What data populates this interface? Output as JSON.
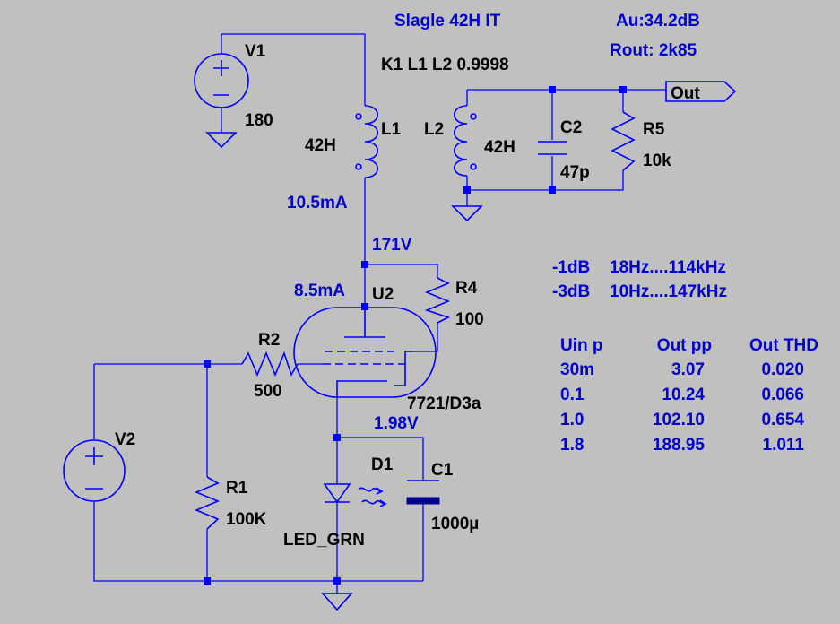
{
  "title": "Slagle 42H IT",
  "gain": "Au:34.2dB",
  "rout": "Rout: 2k85",
  "coupling": "K1 L1 L2 0.9998",
  "output_port": "Out",
  "components": {
    "v1": {
      "name": "V1",
      "value": "180"
    },
    "v2": {
      "name": "V2"
    },
    "l1": {
      "name": "L1",
      "value": "42H"
    },
    "l2": {
      "name": "L2",
      "value": "42H"
    },
    "c1": {
      "name": "C1",
      "value": "1000µ"
    },
    "c2": {
      "name": "C2",
      "value": "47p"
    },
    "r1": {
      "name": "R1",
      "value": "100K"
    },
    "r2": {
      "name": "R2",
      "value": "500"
    },
    "r4": {
      "name": "R4",
      "value": "100"
    },
    "r5": {
      "name": "R5",
      "value": "10k"
    },
    "d1": {
      "name": "D1",
      "value": "LED_GRN"
    },
    "u2": {
      "name": "U2",
      "value": "7721/D3a"
    }
  },
  "measurements": {
    "plate_current": "10.5mA",
    "plate_voltage": "171V",
    "cathode_current": "8.5mA",
    "cathode_voltage": "1.98V"
  },
  "bandwidth": [
    {
      "level": "-1dB",
      "range": "18Hz....114kHz"
    },
    {
      "level": "-3dB",
      "range": "10Hz....147kHz"
    }
  ],
  "table": {
    "headers": [
      "Uin p",
      "Out pp",
      "Out THD"
    ],
    "rows": [
      [
        "30m",
        "3.07",
        "0.020"
      ],
      [
        "0.1",
        "10.24",
        "0.066"
      ],
      [
        "1.0",
        "102.10",
        "0.654"
      ],
      [
        "1.8",
        "188.95",
        "1.011"
      ]
    ]
  },
  "colors": {
    "background": "#c0c0c0",
    "wire": "#0000ff",
    "annotation": "#0000cc",
    "label": "#000000"
  }
}
